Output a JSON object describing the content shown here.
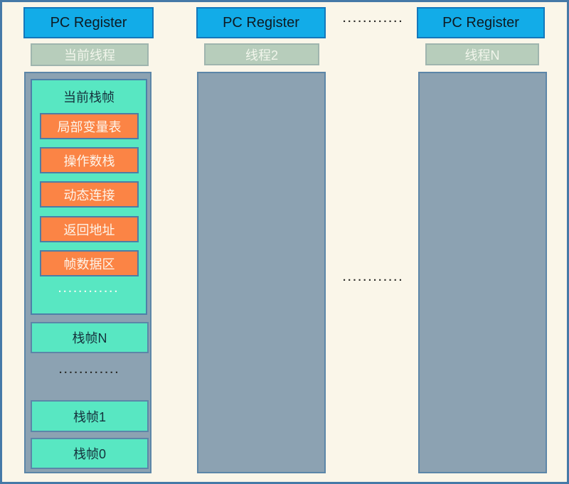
{
  "diagram_title": "JVM threads / PC registers / VM stack diagram",
  "colors": {
    "background": "#FAF6E9",
    "frame_border": "#4579A7",
    "pc_register_fill": "#12ACE8",
    "pc_register_border": "#1478BC",
    "thread_label_fill": "#B7CDBB",
    "stack_column_fill": "#8CA2B2",
    "stack_column_border": "#5C86A8",
    "frame_fill": "#58E7C2",
    "frame_part_fill": "#FB8445"
  },
  "columns": [
    {
      "pc_label": "PC Register",
      "thread_label": "当前线程",
      "stack": {
        "current_frame": {
          "title": "当前栈帧",
          "parts": [
            "局部变量表",
            "操作数栈",
            "动态连接",
            "返回地址",
            "帧数据区"
          ],
          "ellipsis": "............"
        },
        "frame_n": "栈帧N",
        "ellipsis": "............",
        "frame_1": "栈帧1",
        "frame_0": "栈帧0"
      }
    },
    {
      "pc_label": "PC Register",
      "thread_label": "线程2"
    },
    {
      "pc_label": "PC Register",
      "thread_label": "线程N"
    }
  ],
  "separators": {
    "top_dots": "............",
    "middle_dots": "............"
  }
}
